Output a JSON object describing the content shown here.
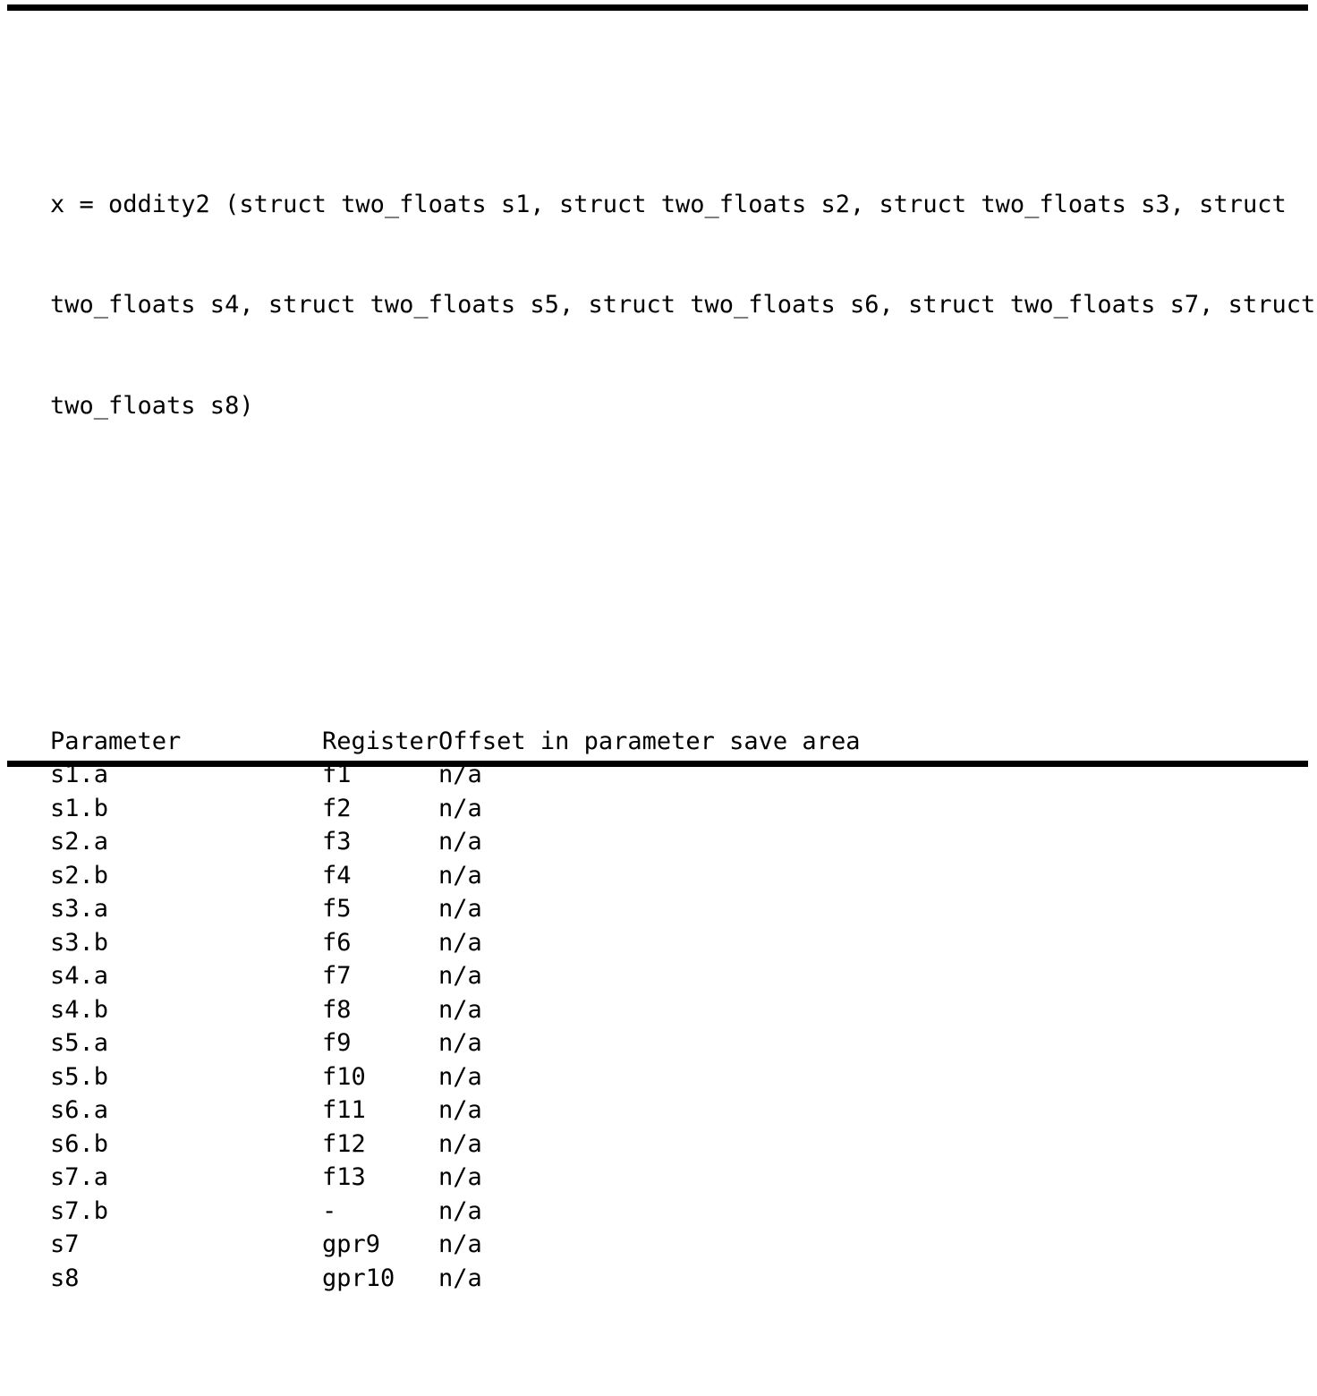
{
  "document": {
    "signature_lines": [
      "x = oddity2 (struct two_floats s1, struct two_floats s2, struct two_floats s3, struct",
      "two_floats s4, struct two_floats s5, struct two_floats s6, struct two_floats s7, struct",
      "two_floats s8)"
    ],
    "rules": {
      "top_color": "#000000",
      "bottom_color": "#000000"
    },
    "text_color": "#000000",
    "background_color": "#ffffff"
  },
  "table": {
    "headers": {
      "parameter": "Parameter",
      "register": "Register",
      "offset": "Offset in parameter save area"
    },
    "rows": [
      {
        "parameter": "s1.a",
        "register": "f1",
        "offset": "n/a"
      },
      {
        "parameter": "s1.b",
        "register": "f2",
        "offset": "n/a"
      },
      {
        "parameter": "s2.a",
        "register": "f3",
        "offset": "n/a"
      },
      {
        "parameter": "s2.b",
        "register": "f4",
        "offset": "n/a"
      },
      {
        "parameter": "s3.a",
        "register": "f5",
        "offset": "n/a"
      },
      {
        "parameter": "s3.b",
        "register": "f6",
        "offset": "n/a"
      },
      {
        "parameter": "s4.a",
        "register": "f7",
        "offset": "n/a"
      },
      {
        "parameter": "s4.b",
        "register": "f8",
        "offset": "n/a"
      },
      {
        "parameter": "s5.a",
        "register": "f9",
        "offset": "n/a"
      },
      {
        "parameter": "s5.b",
        "register": "f10",
        "offset": "n/a"
      },
      {
        "parameter": "s6.a",
        "register": "f11",
        "offset": "n/a"
      },
      {
        "parameter": "s6.b",
        "register": "f12",
        "offset": "n/a"
      },
      {
        "parameter": "s7.a",
        "register": "f13",
        "offset": "n/a"
      },
      {
        "parameter": "s7.b",
        "register": "-",
        "offset": "n/a"
      },
      {
        "parameter": "s7",
        "register": "gpr9",
        "offset": "n/a"
      },
      {
        "parameter": "s8",
        "register": "gpr10",
        "offset": "n/a"
      }
    ]
  }
}
